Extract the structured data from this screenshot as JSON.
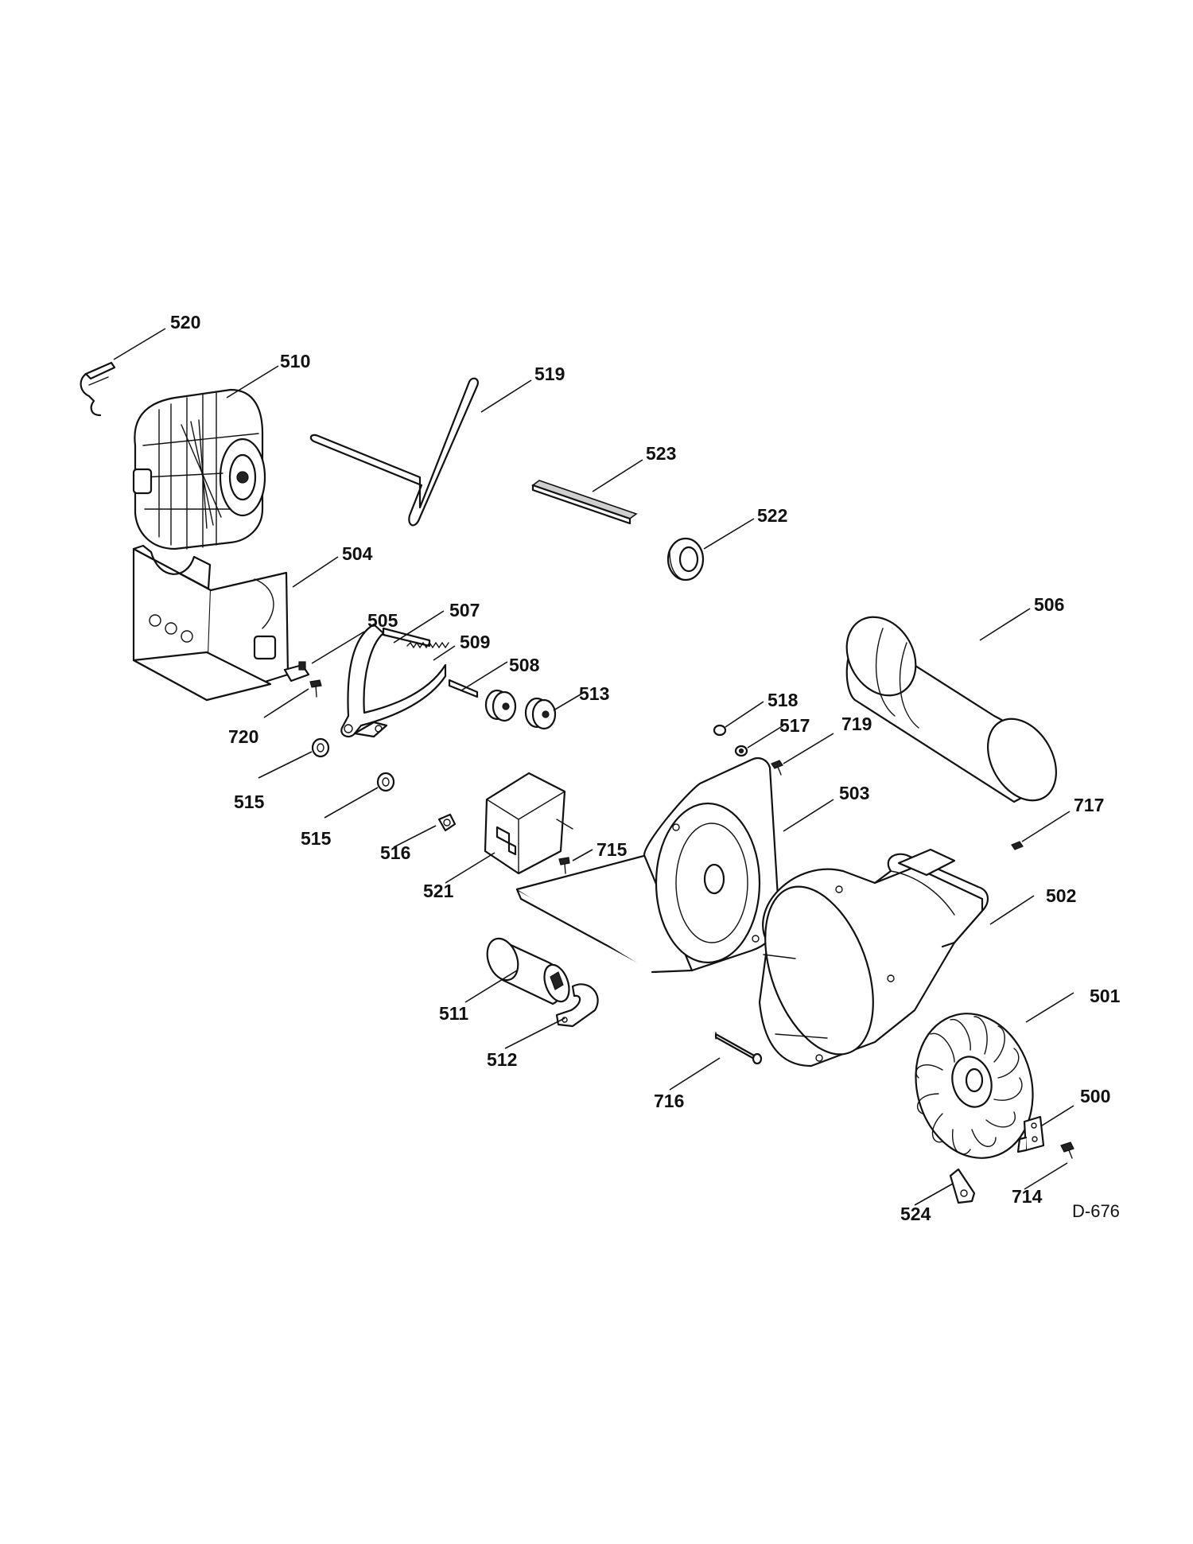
{
  "diagram": {
    "drawing_id": "D-676",
    "callouts": [
      {
        "id": "520",
        "label": "520"
      },
      {
        "id": "510",
        "label": "510"
      },
      {
        "id": "519",
        "label": "519"
      },
      {
        "id": "523",
        "label": "523"
      },
      {
        "id": "522",
        "label": "522"
      },
      {
        "id": "504",
        "label": "504"
      },
      {
        "id": "506",
        "label": "506"
      },
      {
        "id": "505",
        "label": "505"
      },
      {
        "id": "507",
        "label": "507"
      },
      {
        "id": "509",
        "label": "509"
      },
      {
        "id": "508",
        "label": "508"
      },
      {
        "id": "513",
        "label": "513"
      },
      {
        "id": "518",
        "label": "518"
      },
      {
        "id": "517",
        "label": "517"
      },
      {
        "id": "719",
        "label": "719"
      },
      {
        "id": "720",
        "label": "720"
      },
      {
        "id": "515a",
        "label": "515"
      },
      {
        "id": "515b",
        "label": "515"
      },
      {
        "id": "503",
        "label": "503"
      },
      {
        "id": "717",
        "label": "717"
      },
      {
        "id": "516",
        "label": "516"
      },
      {
        "id": "715",
        "label": "715"
      },
      {
        "id": "521",
        "label": "521"
      },
      {
        "id": "502",
        "label": "502"
      },
      {
        "id": "501",
        "label": "501"
      },
      {
        "id": "511",
        "label": "511"
      },
      {
        "id": "512",
        "label": "512"
      },
      {
        "id": "716",
        "label": "716"
      },
      {
        "id": "500",
        "label": "500"
      },
      {
        "id": "714",
        "label": "714"
      },
      {
        "id": "524",
        "label": "524"
      }
    ]
  }
}
